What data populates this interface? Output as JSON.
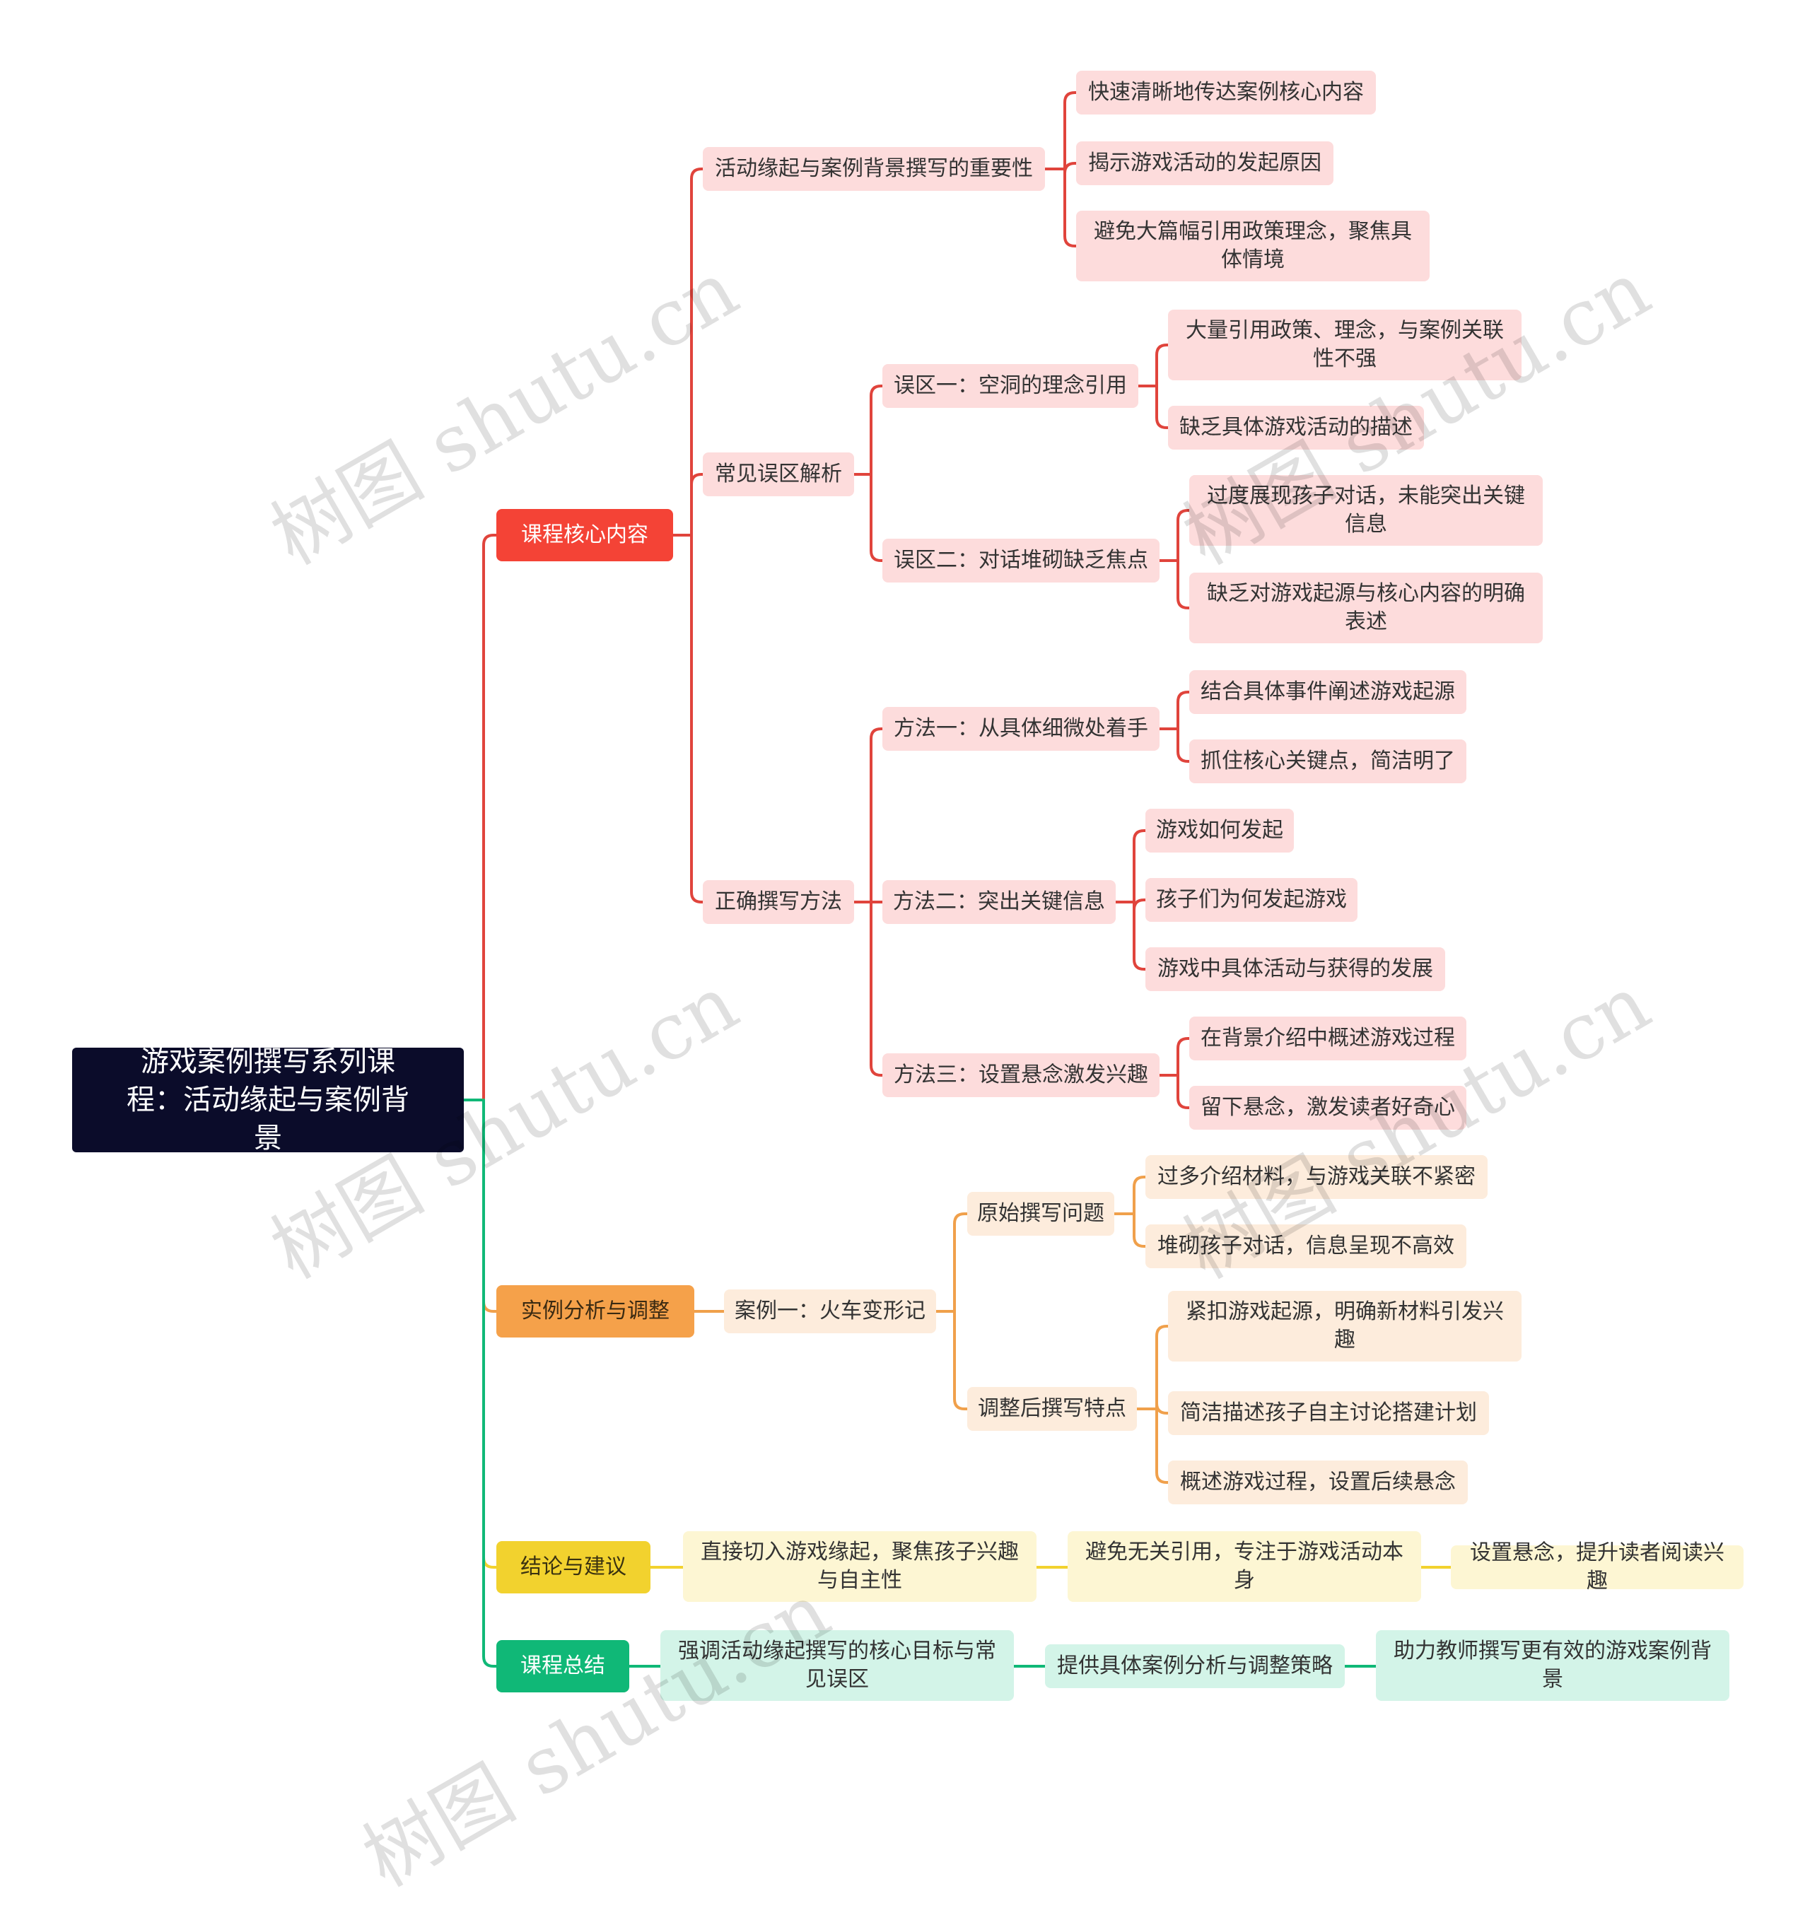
{
  "root": "游戏案例撰写系列课程：活动缘起与案例背景",
  "branches": {
    "core": {
      "label": "课程核心内容",
      "importance": {
        "label": "活动缘起与案例背景撰写的重要性",
        "items": [
          "快速清晰地传达案例核心内容",
          "揭示游戏活动的发起原因",
          "避免大篇幅引用政策理念，聚焦具体情境"
        ]
      },
      "mistakes": {
        "label": "常见误区解析",
        "m1": {
          "label": "误区一：空洞的理念引用",
          "items": [
            "大量引用政策、理念，与案例关联性不强",
            "缺乏具体游戏活动的描述"
          ]
        },
        "m2": {
          "label": "误区二：对话堆砌缺乏焦点",
          "items": [
            "过度展现孩子对话，未能突出关键信息",
            "缺乏对游戏起源与核心内容的明确表述"
          ]
        }
      },
      "methods": {
        "label": "正确撰写方法",
        "w1": {
          "label": "方法一：从具体细微处着手",
          "items": [
            "结合具体事件阐述游戏起源",
            "抓住核心关键点，简洁明了"
          ]
        },
        "w2": {
          "label": "方法二：突出关键信息",
          "items": [
            "游戏如何发起",
            "孩子们为何发起游戏",
            "游戏中具体活动与获得的发展"
          ]
        },
        "w3": {
          "label": "方法三：设置悬念激发兴趣",
          "items": [
            "在背景介绍中概述游戏过程",
            "留下悬念，激发读者好奇心"
          ]
        }
      }
    },
    "case": {
      "label": "实例分析与调整",
      "case1": {
        "label": "案例一：火车变形记",
        "problems": {
          "label": "原始撰写问题",
          "items": [
            "过多介绍材料，与游戏关联不紧密",
            "堆砌孩子对话，信息呈现不高效"
          ]
        },
        "adjusted": {
          "label": "调整后撰写特点",
          "items": [
            "紧扣游戏起源，明确新材料引发兴趣",
            "简洁描述孩子自主讨论搭建计划",
            "概述游戏过程，设置后续悬念"
          ]
        }
      }
    },
    "conclusion": {
      "label": "结论与建议",
      "chain": [
        "直接切入游戏缘起，聚焦孩子兴趣与自主性",
        "避免无关引用，专注于游戏活动本身",
        "设置悬念，提升读者阅读兴趣"
      ]
    },
    "summary": {
      "label": "课程总结",
      "chain": [
        "强调活动缘起撰写的核心目标与常见误区",
        "提供具体案例分析与调整策略",
        "助力教师撰写更有效的游戏案例背景"
      ]
    }
  },
  "watermark": "树图 shutu.cn",
  "colors": {
    "red": "#e0443c",
    "orange": "#f0a04b",
    "yellow": "#f2d22e",
    "green": "#10b877",
    "root": "#0b0c2a"
  }
}
